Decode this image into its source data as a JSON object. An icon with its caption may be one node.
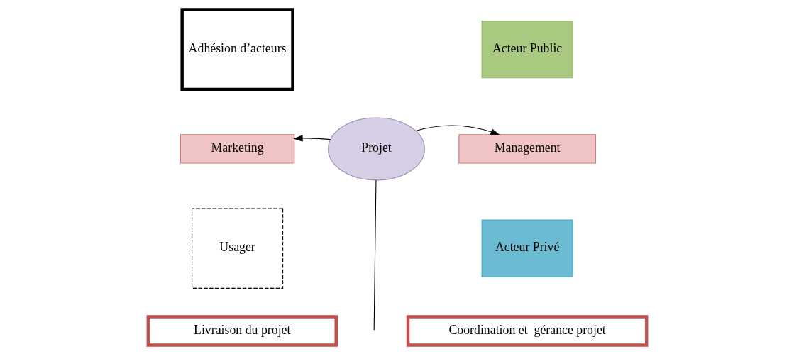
{
  "diagram": {
    "nodes": [
      {
        "text": [
          "Adhésion d’acteurs"
        ]
      },
      {
        "text": [
          "Usager"
        ]
      },
      {
        "text": [
          "Marketing"
        ]
      },
      {
        "text": [
          "Projet"
        ]
      },
      {
        "text": [
          "Management"
        ]
      },
      {
        "text": [
          "Acteur Public"
        ]
      },
      {
        "text": [
          "Acteur Privé"
        ]
      },
      {
        "text": [
          "Livraison du projet"
        ]
      },
      {
        "text": [
          "Coordination et  gérance projet"
        ]
      }
    ],
    "edges": [
      {
        "from": 3,
        "to": 2,
        "arrow": "to"
      },
      {
        "from": 3,
        "to": 4,
        "arrow": "to"
      },
      {
        "from": 3,
        "to": null,
        "arrow": "none"
      }
    ]
  }
}
